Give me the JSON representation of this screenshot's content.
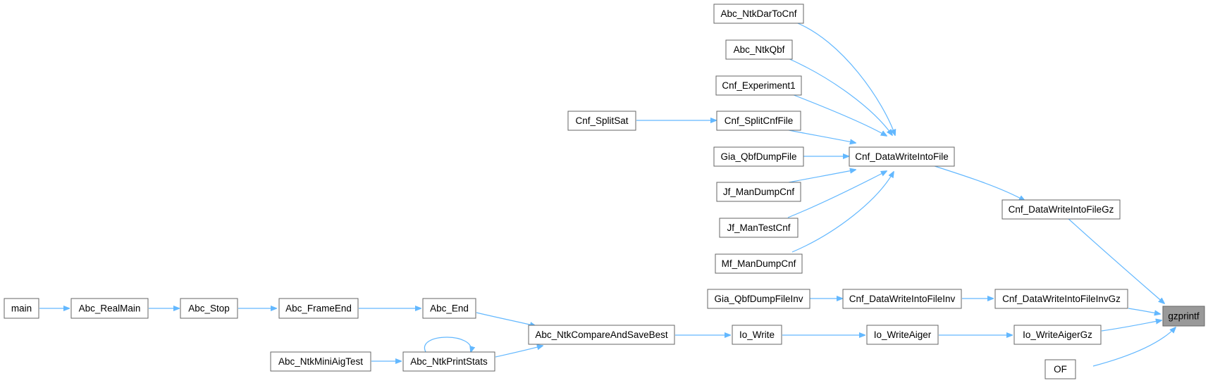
{
  "graph": {
    "root": "gzprintf",
    "nodes": {
      "gzprintf": "gzprintf",
      "Abc_NtkDarToCnf": "Abc_NtkDarToCnf",
      "Abc_NtkQbf": "Abc_NtkQbf",
      "Cnf_Experiment1": "Cnf_Experiment1",
      "Cnf_SplitCnfFile": "Cnf_SplitCnfFile",
      "Cnf_SplitSat": "Cnf_SplitSat",
      "Gia_QbfDumpFile": "Gia_QbfDumpFile",
      "Cnf_DataWriteIntoFile": "Cnf_DataWriteIntoFile",
      "Jf_ManDumpCnf": "Jf_ManDumpCnf",
      "Jf_ManTestCnf": "Jf_ManTestCnf",
      "Mf_ManDumpCnf": "Mf_ManDumpCnf",
      "Cnf_DataWriteIntoFileGz": "Cnf_DataWriteIntoFileGz",
      "Gia_QbfDumpFileInv": "Gia_QbfDumpFileInv",
      "Cnf_DataWriteIntoFileInv": "Cnf_DataWriteIntoFileInv",
      "Cnf_DataWriteIntoFileInvGz": "Cnf_DataWriteIntoFileInvGz",
      "main": "main",
      "Abc_RealMain": "Abc_RealMain",
      "Abc_Stop": "Abc_Stop",
      "Abc_FrameEnd": "Abc_FrameEnd",
      "Abc_End": "Abc_End",
      "Abc_NtkCompareAndSaveBest": "Abc_NtkCompareAndSaveBest",
      "Io_Write": "Io_Write",
      "Io_WriteAiger": "Io_WriteAiger",
      "Io_WriteAigerGz": "Io_WriteAigerGz",
      "Abc_NtkMiniAigTest": "Abc_NtkMiniAigTest",
      "Abc_NtkPrintStats": "Abc_NtkPrintStats",
      "OF": "OF"
    },
    "edges": [
      [
        "Abc_NtkDarToCnf",
        "Cnf_DataWriteIntoFile"
      ],
      [
        "Abc_NtkQbf",
        "Cnf_DataWriteIntoFile"
      ],
      [
        "Cnf_Experiment1",
        "Cnf_DataWriteIntoFile"
      ],
      [
        "Cnf_SplitCnfFile",
        "Cnf_DataWriteIntoFile"
      ],
      [
        "Gia_QbfDumpFile",
        "Cnf_DataWriteIntoFile"
      ],
      [
        "Jf_ManDumpCnf",
        "Cnf_DataWriteIntoFile"
      ],
      [
        "Jf_ManTestCnf",
        "Cnf_DataWriteIntoFile"
      ],
      [
        "Mf_ManDumpCnf",
        "Cnf_DataWriteIntoFile"
      ],
      [
        "Cnf_SplitSat",
        "Cnf_SplitCnfFile"
      ],
      [
        "Cnf_DataWriteIntoFile",
        "Cnf_DataWriteIntoFileGz"
      ],
      [
        "Cnf_DataWriteIntoFileGz",
        "gzprintf"
      ],
      [
        "Gia_QbfDumpFileInv",
        "Cnf_DataWriteIntoFileInv"
      ],
      [
        "Cnf_DataWriteIntoFileInv",
        "Cnf_DataWriteIntoFileInvGz"
      ],
      [
        "Cnf_DataWriteIntoFileInvGz",
        "gzprintf"
      ],
      [
        "main",
        "Abc_RealMain"
      ],
      [
        "Abc_RealMain",
        "Abc_Stop"
      ],
      [
        "Abc_Stop",
        "Abc_FrameEnd"
      ],
      [
        "Abc_FrameEnd",
        "Abc_End"
      ],
      [
        "Abc_End",
        "Abc_NtkCompareAndSaveBest"
      ],
      [
        "Abc_NtkMiniAigTest",
        "Abc_NtkPrintStats"
      ],
      [
        "Abc_NtkPrintStats",
        "Abc_NtkCompareAndSaveBest"
      ],
      [
        "Abc_NtkPrintStats",
        "Abc_NtkPrintStats"
      ],
      [
        "Abc_NtkCompareAndSaveBest",
        "Io_Write"
      ],
      [
        "Io_Write",
        "Io_WriteAiger"
      ],
      [
        "Io_WriteAiger",
        "Io_WriteAigerGz"
      ],
      [
        "Io_WriteAigerGz",
        "gzprintf"
      ],
      [
        "OF",
        "gzprintf"
      ]
    ]
  },
  "colors": {
    "edge": "#63b8ff",
    "node_border": "#666666",
    "root_fill": "#999999",
    "node_fill": "#ffffff"
  }
}
